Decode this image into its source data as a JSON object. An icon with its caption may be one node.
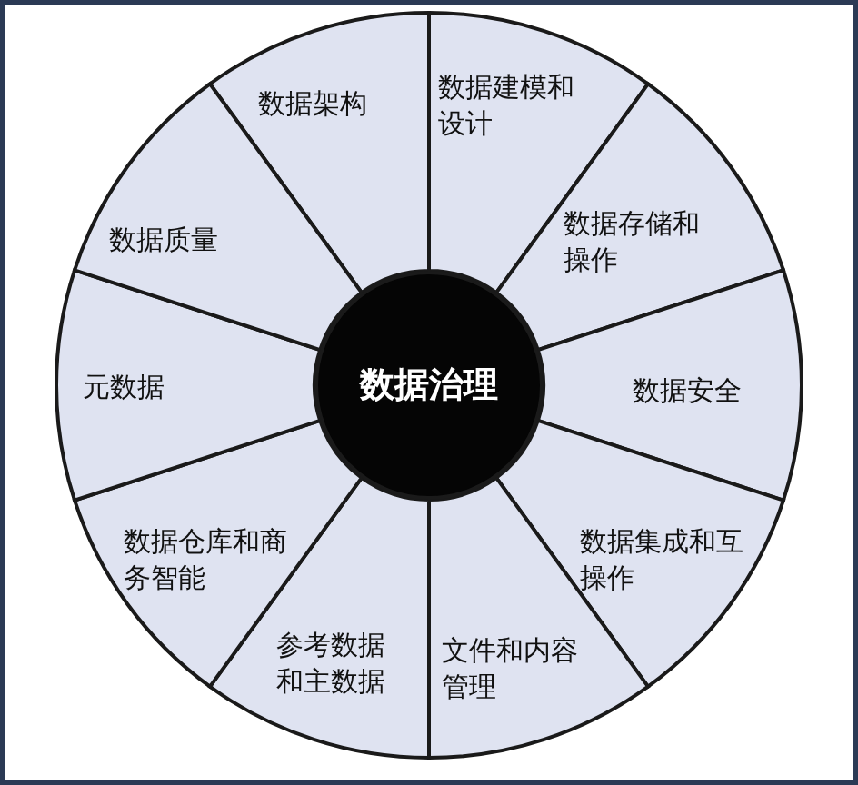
{
  "diagram": {
    "nodes": [
      {
        "text": [
          "数据治理"
        ]
      },
      {
        "text": [
          "数据架构"
        ]
      },
      {
        "text": [
          "数据建模和设计"
        ]
      },
      {
        "text": [
          "数据存储和操作"
        ]
      },
      {
        "text": [
          "数据安全"
        ]
      },
      {
        "text": [
          "数据集成和互操作"
        ]
      },
      {
        "text": [
          "文件和内容管理"
        ]
      },
      {
        "text": [
          "参考数据和主数据"
        ]
      },
      {
        "text": [
          "数据仓库和商务智能"
        ]
      },
      {
        "text": [
          "元数据"
        ]
      },
      {
        "text": [
          "数据质量"
        ]
      }
    ]
  }
}
